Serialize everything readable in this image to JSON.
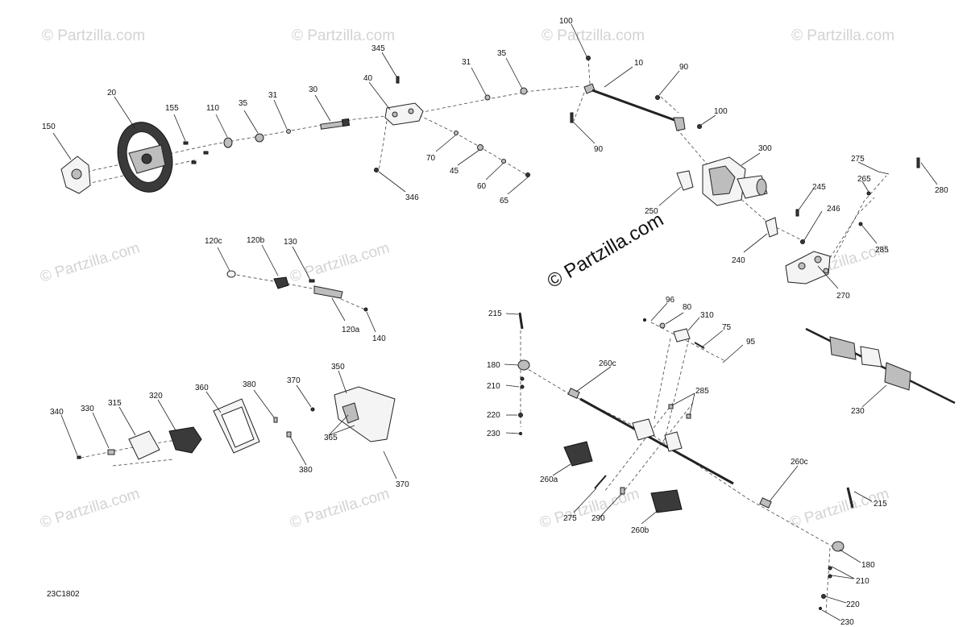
{
  "watermark": {
    "small": "© Partzilla.com",
    "main": "© Partzilla.com"
  },
  "diagram_code": "23C1802",
  "callouts": {
    "c150": "150",
    "c20": "20",
    "c155": "155",
    "c110": "110",
    "c35a": "35",
    "c31a": "31",
    "c30": "30",
    "c345": "345",
    "c40": "40",
    "c31b": "31",
    "c35b": "35",
    "c100a": "100",
    "c10": "10",
    "c90a": "90",
    "c100b": "100",
    "c90b": "90",
    "c70": "70",
    "c45": "45",
    "c60": "60",
    "c65": "65",
    "c346": "346",
    "c300": "300",
    "c250": "250",
    "c275a": "275",
    "c265": "265",
    "c280": "280",
    "c245": "245",
    "c246": "246",
    "c285a": "285",
    "c240": "240",
    "c270": "270",
    "c120c": "120c",
    "c120b": "120b",
    "c130": "130",
    "c120a": "120a",
    "c140": "140",
    "c215a": "215",
    "c96": "96",
    "c80": "80",
    "c310": "310",
    "c75": "75",
    "c95": "95",
    "c180a": "180",
    "c260c_a": "260c",
    "c210a": "210",
    "c220a": "220",
    "c230a": "230",
    "c285b": "285",
    "c260a": "260a",
    "c275b": "275",
    "c290": "290",
    "c260b": "260b",
    "c260c_b": "260c",
    "c215b": "215",
    "c180b": "180",
    "c210b": "210",
    "c220b": "220",
    "c230b": "230",
    "c230c": "230",
    "c340": "340",
    "c330": "330",
    "c315": "315",
    "c320": "320",
    "c360a": "360",
    "c380a": "380",
    "c370a": "370",
    "c350": "350",
    "c365": "365",
    "c380b": "380",
    "c370b": "370"
  }
}
